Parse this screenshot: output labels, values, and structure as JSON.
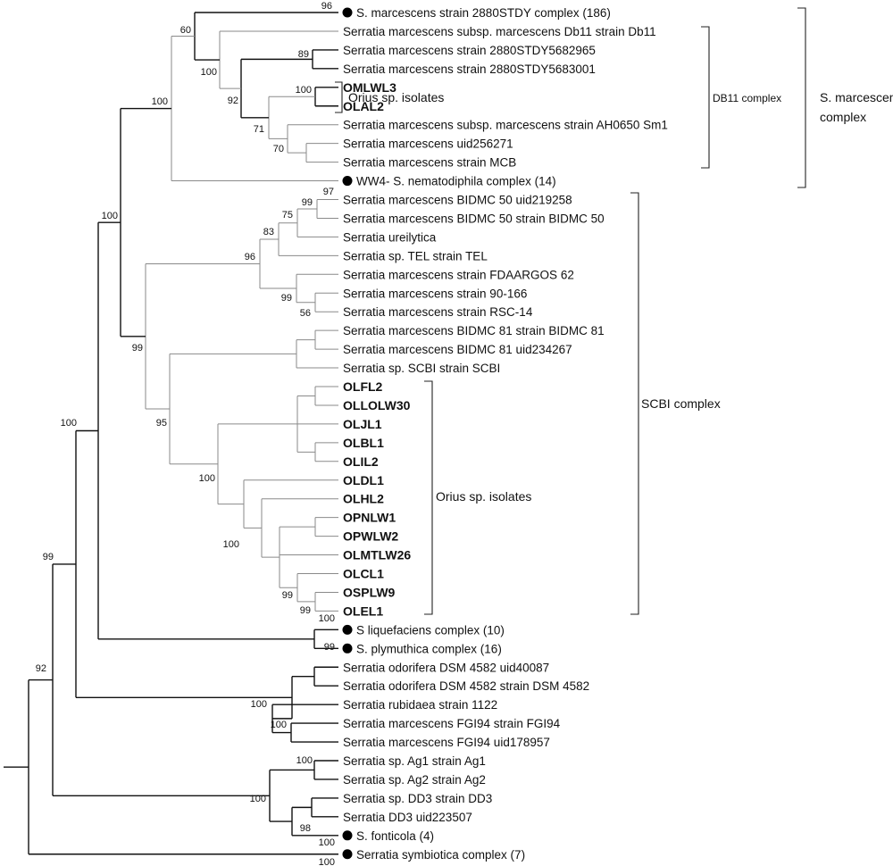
{
  "figure": {
    "leaves": [
      {
        "id": "l1",
        "label": "S. marcescens strain 2880STDY complex (186)",
        "bold": false,
        "collapsed": true
      },
      {
        "id": "l2",
        "label": "Serratia marcescens subsp. marcescens Db11 strain Db11",
        "bold": false,
        "collapsed": false
      },
      {
        "id": "l3",
        "label": "Serratia marcescens strain 2880STDY5682965",
        "bold": false,
        "collapsed": false
      },
      {
        "id": "l4",
        "label": "Serratia marcescens strain 2880STDY5683001",
        "bold": false,
        "collapsed": false
      },
      {
        "id": "l5",
        "label": "OMLWL3",
        "bold": true,
        "collapsed": false
      },
      {
        "id": "l6",
        "label": "OLAL2",
        "bold": true,
        "collapsed": false
      },
      {
        "id": "l7",
        "label": "Serratia marcescens subsp. marcescens strain AH0650 Sm1",
        "bold": false,
        "collapsed": false
      },
      {
        "id": "l8",
        "label": "Serratia marcescens uid256271",
        "bold": false,
        "collapsed": false
      },
      {
        "id": "l9",
        "label": "Serratia marcescens strain MCB",
        "bold": false,
        "collapsed": false
      },
      {
        "id": "l10",
        "label": "WW4- S. nematodiphila complex (14)",
        "bold": false,
        "collapsed": true
      },
      {
        "id": "l11",
        "label": "Serratia marcescens BIDMC 50 uid219258",
        "bold": false,
        "collapsed": false
      },
      {
        "id": "l12",
        "label": "Serratia marcescens BIDMC 50 strain BIDMC 50",
        "bold": false,
        "collapsed": false
      },
      {
        "id": "l13",
        "label": "Serratia ureilytica",
        "bold": false,
        "collapsed": false
      },
      {
        "id": "l14",
        "label": "Serratia sp. TEL strain TEL",
        "bold": false,
        "collapsed": false
      },
      {
        "id": "l15",
        "label": "Serratia marcescens strain FDAARGOS 62",
        "bold": false,
        "collapsed": false
      },
      {
        "id": "l16",
        "label": "Serratia marcescens strain 90-166",
        "bold": false,
        "collapsed": false
      },
      {
        "id": "l17",
        "label": "Serratia marcescens strain RSC-14",
        "bold": false,
        "collapsed": false
      },
      {
        "id": "l18",
        "label": "Serratia marcescens BIDMC 81 strain BIDMC 81",
        "bold": false,
        "collapsed": false
      },
      {
        "id": "l19",
        "label": "Serratia marcescens BIDMC 81 uid234267",
        "bold": false,
        "collapsed": false
      },
      {
        "id": "l20",
        "label": "Serratia sp. SCBI strain SCBI",
        "bold": false,
        "collapsed": false
      },
      {
        "id": "l21",
        "label": "OLFL2",
        "bold": true,
        "collapsed": false
      },
      {
        "id": "l22",
        "label": "OLLOLW30",
        "bold": true,
        "collapsed": false
      },
      {
        "id": "l23",
        "label": "OLJL1",
        "bold": true,
        "collapsed": false
      },
      {
        "id": "l24",
        "label": "OLBL1",
        "bold": true,
        "collapsed": false
      },
      {
        "id": "l25",
        "label": "OLIL2",
        "bold": true,
        "collapsed": false
      },
      {
        "id": "l26",
        "label": "OLDL1",
        "bold": true,
        "collapsed": false
      },
      {
        "id": "l27",
        "label": "OLHL2",
        "bold": true,
        "collapsed": false
      },
      {
        "id": "l28",
        "label": "OPNLW1",
        "bold": true,
        "collapsed": false
      },
      {
        "id": "l29",
        "label": "OPWLW2",
        "bold": true,
        "collapsed": false
      },
      {
        "id": "l30",
        "label": "OLMTLW26",
        "bold": true,
        "collapsed": false
      },
      {
        "id": "l31",
        "label": "OLCL1",
        "bold": true,
        "collapsed": false
      },
      {
        "id": "l32",
        "label": "OSPLW9",
        "bold": true,
        "collapsed": false
      },
      {
        "id": "l33",
        "label": "OLEL1",
        "bold": true,
        "collapsed": false
      },
      {
        "id": "l34",
        "label": "S liquefaciens complex (10)",
        "bold": false,
        "collapsed": true
      },
      {
        "id": "l35",
        "label": "S. plymuthica complex (16)",
        "bold": false,
        "collapsed": true
      },
      {
        "id": "l36",
        "label": "Serratia odorifera DSM 4582 uid40087",
        "bold": false,
        "collapsed": false
      },
      {
        "id": "l37",
        "label": "Serratia odorifera DSM 4582 strain DSM 4582",
        "bold": false,
        "collapsed": false
      },
      {
        "id": "l38",
        "label": "Serratia rubidaea strain 1122",
        "bold": false,
        "collapsed": false
      },
      {
        "id": "l39",
        "label": "Serratia marcescens FGI94 strain FGI94",
        "bold": false,
        "collapsed": false
      },
      {
        "id": "l40",
        "label": "Serratia marcescens FGI94 uid178957",
        "bold": false,
        "collapsed": false
      },
      {
        "id": "l41",
        "label": "Serratia sp. Ag1 strain Ag1",
        "bold": false,
        "collapsed": false
      },
      {
        "id": "l42",
        "label": "Serratia sp. Ag2 strain Ag2",
        "bold": false,
        "collapsed": false
      },
      {
        "id": "l43",
        "label": "Serratia sp. DD3 strain DD3",
        "bold": false,
        "collapsed": false
      },
      {
        "id": "l44",
        "label": "Serratia DD3 uid223507",
        "bold": false,
        "collapsed": false
      },
      {
        "id": "l45",
        "label": "S. fonticola (4)",
        "bold": false,
        "collapsed": true
      },
      {
        "id": "l46",
        "label": "Serratia symbiotica complex (7)",
        "bold": false,
        "collapsed": true
      }
    ],
    "support_values": {
      "s_2880": "96",
      "s_a": "60",
      "s_b": "100",
      "s_c": "100",
      "s_d": "89",
      "s_e": "92",
      "s_f": "100",
      "s_g": "71",
      "s_h": "70",
      "s_i": "100",
      "s_j": "97",
      "s_k": "99",
      "s_l": "75",
      "s_m": "83",
      "s_n": "96",
      "s_o": "99",
      "s_p": "56",
      "s_q": "99",
      "s_r": "95",
      "s_s": "100",
      "s_t": "100",
      "s_u": "99",
      "s_v": "99",
      "s_w": "100",
      "s_x": "100",
      "s_y": "99",
      "s_z": "99",
      "s_aa": "100",
      "s_ab": "100",
      "s_ac": "92",
      "s_ad": "100",
      "s_ae": "100",
      "s_af": "98",
      "s_ag": "100",
      "s_ah": "100"
    },
    "brackets": {
      "orius_small": "Orius sp. isolates",
      "db11": "DB11 complex",
      "smarcescens_line1": "S. marcescens",
      "smarcescens_line2": "complex",
      "scbi": "SCBI complex",
      "orius_large": "Orius sp. isolates"
    }
  }
}
